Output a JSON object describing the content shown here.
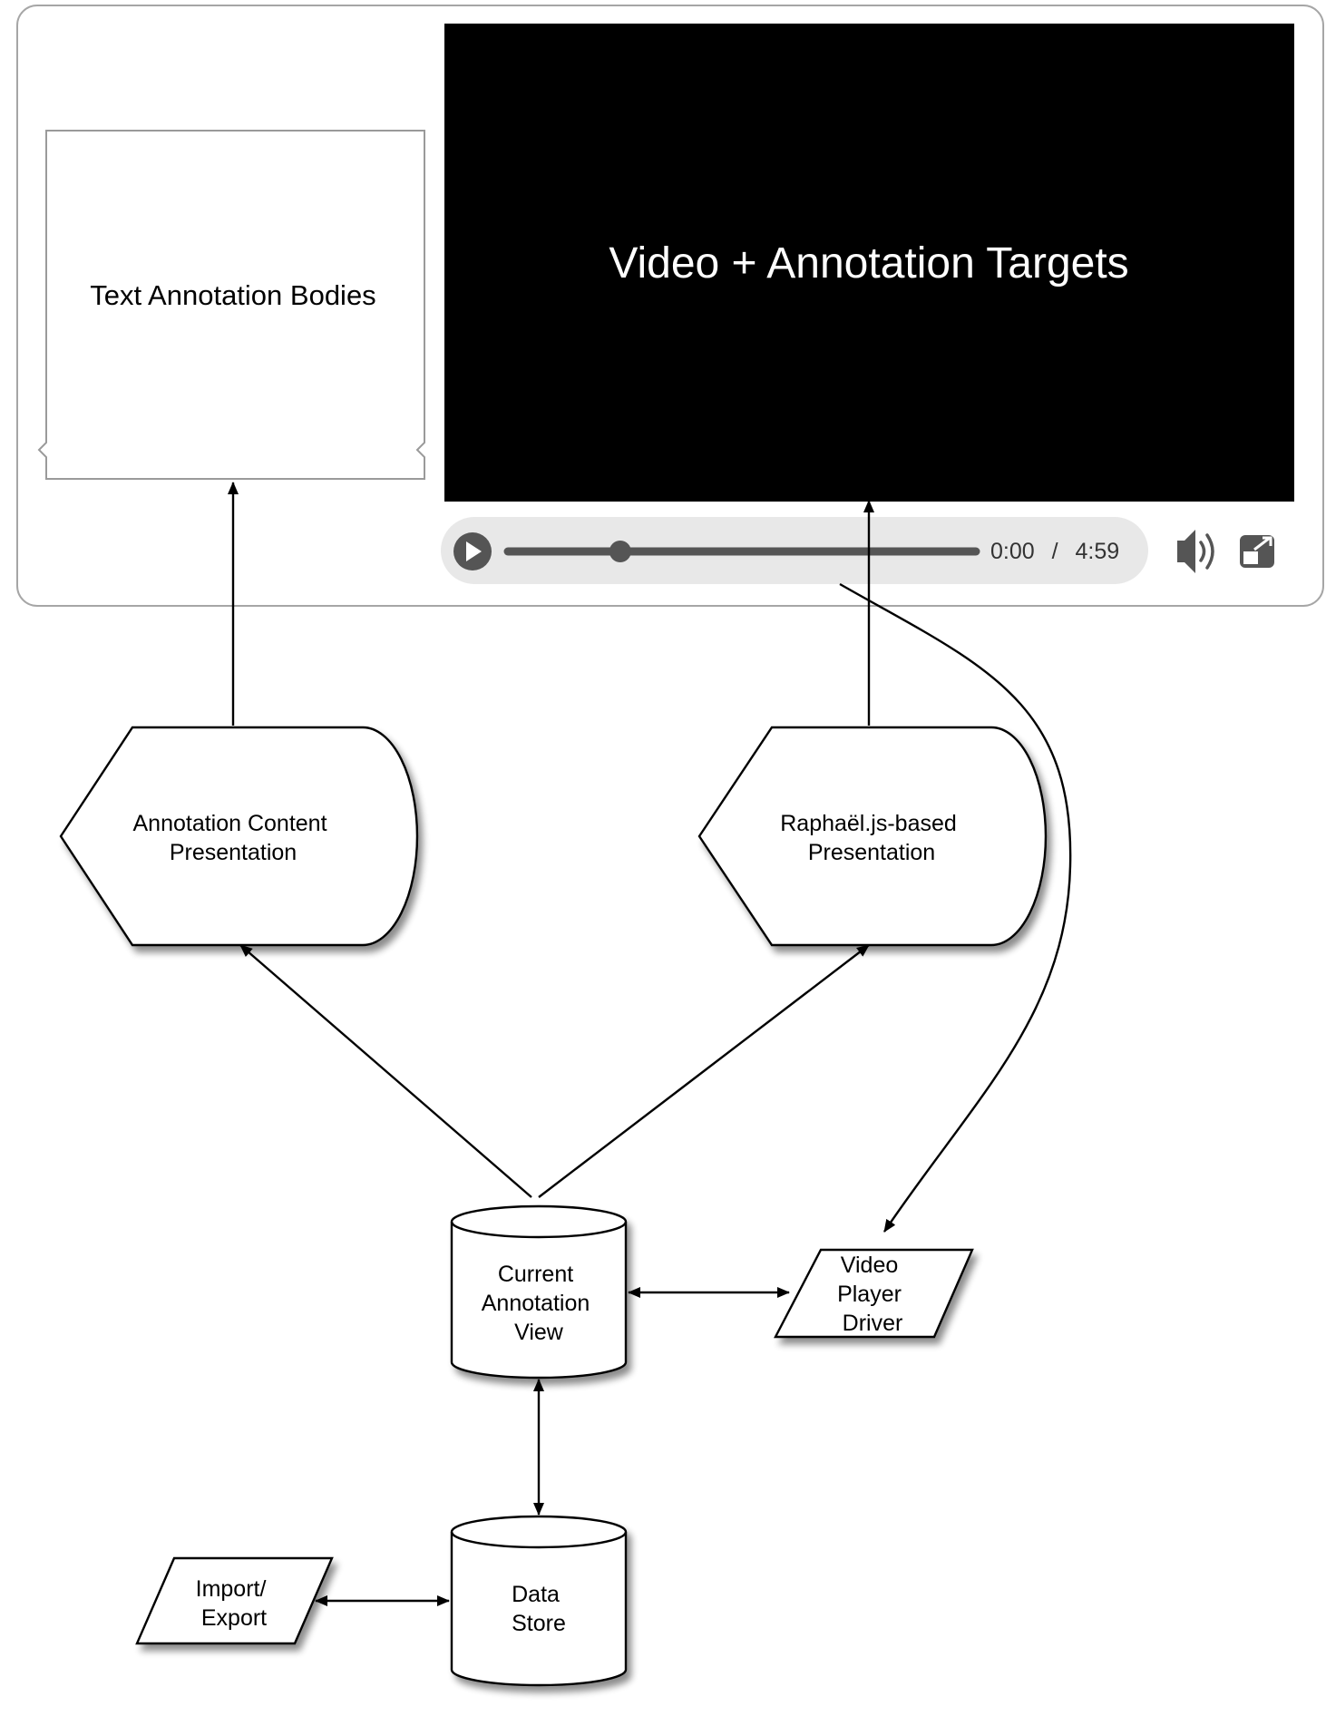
{
  "player": {
    "body_panel_label": "Text Annotation Bodies",
    "video_label": "Video + Annotation Targets",
    "time_current": "0:00",
    "time_separator": "/",
    "time_total": "4:59",
    "progress_fraction": 0.24,
    "icons": [
      "play-icon",
      "volume-icon",
      "fullscreen-icon"
    ]
  },
  "nodes": {
    "annotation_content": [
      "Annotation Content",
      "Presentation"
    ],
    "raphael": [
      "Raphaël.js-based",
      "Presentation"
    ],
    "current_view": [
      "Current",
      "Annotation",
      "View"
    ],
    "video_driver": [
      "Video",
      "Player",
      "Driver"
    ],
    "data_store": [
      "Data",
      "Store"
    ],
    "import_export": [
      "Import/",
      "Export"
    ]
  },
  "edges": [
    {
      "from": "annotation_content",
      "to": "body_panel",
      "direction": "forward"
    },
    {
      "from": "raphael",
      "to": "video",
      "direction": "forward"
    },
    {
      "from": "current_view",
      "to": "annotation_content",
      "direction": "forward"
    },
    {
      "from": "current_view",
      "to": "raphael",
      "direction": "forward"
    },
    {
      "from": "player_controls",
      "to": "video_driver",
      "direction": "forward"
    },
    {
      "from": "current_view",
      "to": "video_driver",
      "direction": "both"
    },
    {
      "from": "current_view",
      "to": "data_store",
      "direction": "both"
    },
    {
      "from": "import_export",
      "to": "data_store",
      "direction": "both"
    }
  ],
  "colors": {
    "video_background": "#000000",
    "controls_bar": "#e8e8e8",
    "control_glyphs": "#555555",
    "frame_border": "#a6a6a6",
    "panel_border": "#9a9a9a"
  }
}
